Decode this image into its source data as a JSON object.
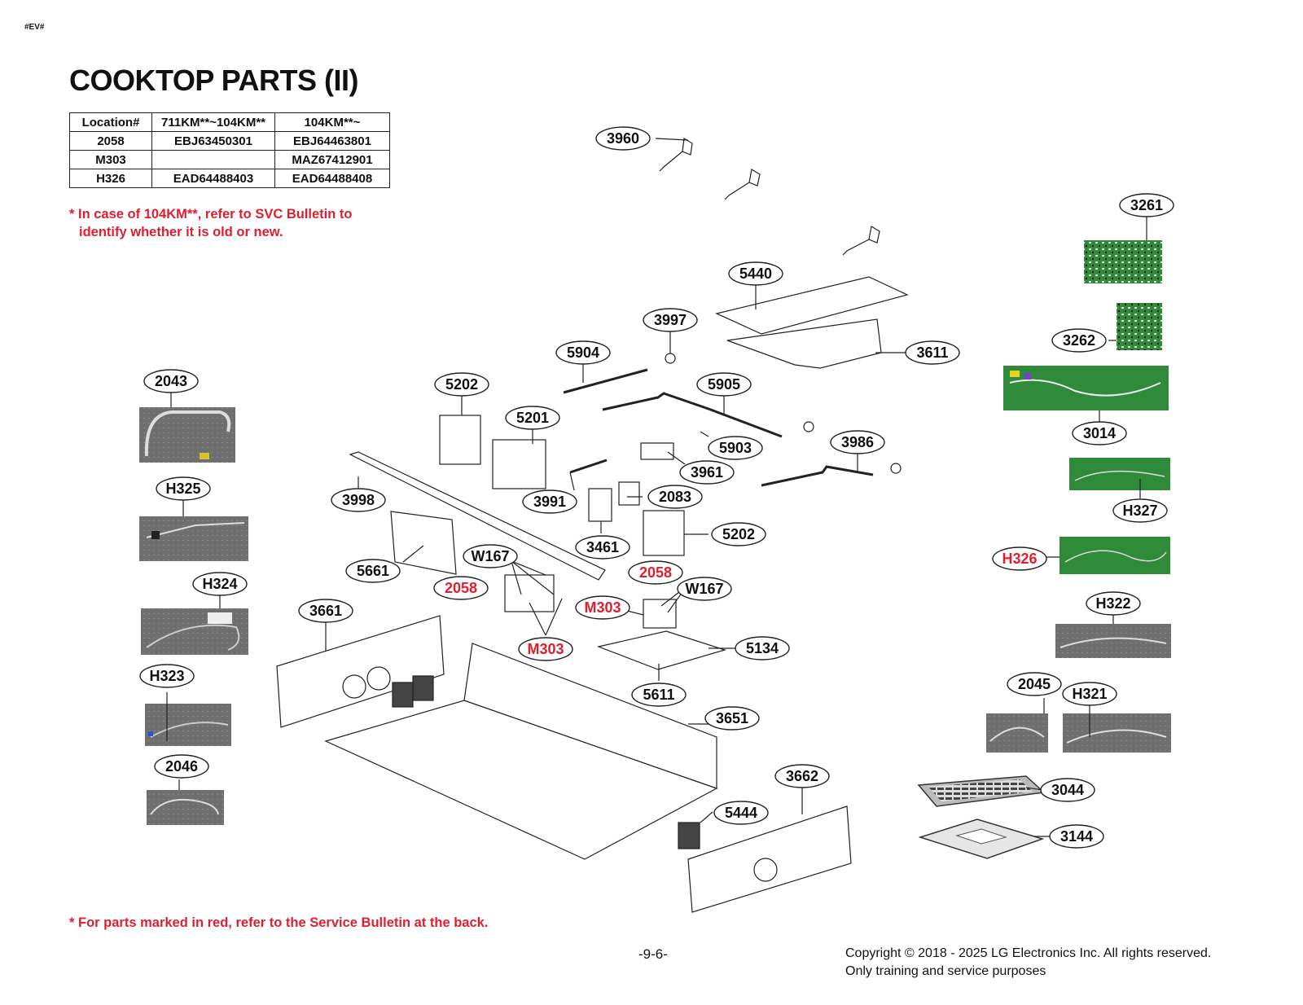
{
  "doc_tag": "#EV#",
  "title": "COOKTOP PARTS (II)",
  "table": {
    "headers": [
      "Location#",
      "711KM**~104KM**",
      "104KM**~"
    ],
    "rows": [
      [
        "2058",
        "EBJ63450301",
        "EBJ64463801"
      ],
      [
        "M303",
        "",
        "MAZ67412901"
      ],
      [
        "H326",
        "EAD64488403",
        "EAD64488408"
      ]
    ]
  },
  "note_top_line1": "* In case of 104KM**, refer to SVC Bulletin to",
  "note_top_line2": "identify whether it is old or new.",
  "note_bottom": "* For parts marked in red, refer to the Service Bulletin at the back.",
  "page_number": "-9-6-",
  "copyright_line1": "Copyright © 2018 - 2025 LG Electronics Inc. All rights reserved.",
  "copyright_line2": "Only training and service purposes",
  "colors": {
    "red": "#e01e2f",
    "photo_green": "#2f8a3a",
    "photo_gray": "#7a7a7a"
  },
  "labels": [
    {
      "text": "3960",
      "red": false
    },
    {
      "text": "3261",
      "red": false
    },
    {
      "text": "5440",
      "red": false
    },
    {
      "text": "3997",
      "red": false
    },
    {
      "text": "3262",
      "red": false
    },
    {
      "text": "5904",
      "red": false
    },
    {
      "text": "3611",
      "red": false
    },
    {
      "text": "2043",
      "red": false
    },
    {
      "text": "5202",
      "red": false
    },
    {
      "text": "5905",
      "red": false
    },
    {
      "text": "5201",
      "red": false
    },
    {
      "text": "3014",
      "red": false
    },
    {
      "text": "3986",
      "red": false
    },
    {
      "text": "5903",
      "red": false
    },
    {
      "text": "3961",
      "red": false
    },
    {
      "text": "H325",
      "red": false
    },
    {
      "text": "3998",
      "red": false
    },
    {
      "text": "3991",
      "red": false
    },
    {
      "text": "2083",
      "red": false
    },
    {
      "text": "H327",
      "red": false
    },
    {
      "text": "5202",
      "red": false
    },
    {
      "text": "3461",
      "red": false
    },
    {
      "text": "W167",
      "red": false
    },
    {
      "text": "5661",
      "red": false
    },
    {
      "text": "H326",
      "red": true
    },
    {
      "text": "2058",
      "red": true
    },
    {
      "text": "H324",
      "red": false
    },
    {
      "text": "2058",
      "red": true
    },
    {
      "text": "W167",
      "red": false
    },
    {
      "text": "H322",
      "red": false
    },
    {
      "text": "3661",
      "red": false
    },
    {
      "text": "M303",
      "red": true
    },
    {
      "text": "M303",
      "red": true
    },
    {
      "text": "5134",
      "red": false
    },
    {
      "text": "H323",
      "red": false
    },
    {
      "text": "2045",
      "red": false
    },
    {
      "text": "5611",
      "red": false
    },
    {
      "text": "H321",
      "red": false
    },
    {
      "text": "3651",
      "red": false
    },
    {
      "text": "2046",
      "red": false
    },
    {
      "text": "3662",
      "red": false
    },
    {
      "text": "3044",
      "red": false
    },
    {
      "text": "5444",
      "red": false
    },
    {
      "text": "3144",
      "red": false
    }
  ]
}
